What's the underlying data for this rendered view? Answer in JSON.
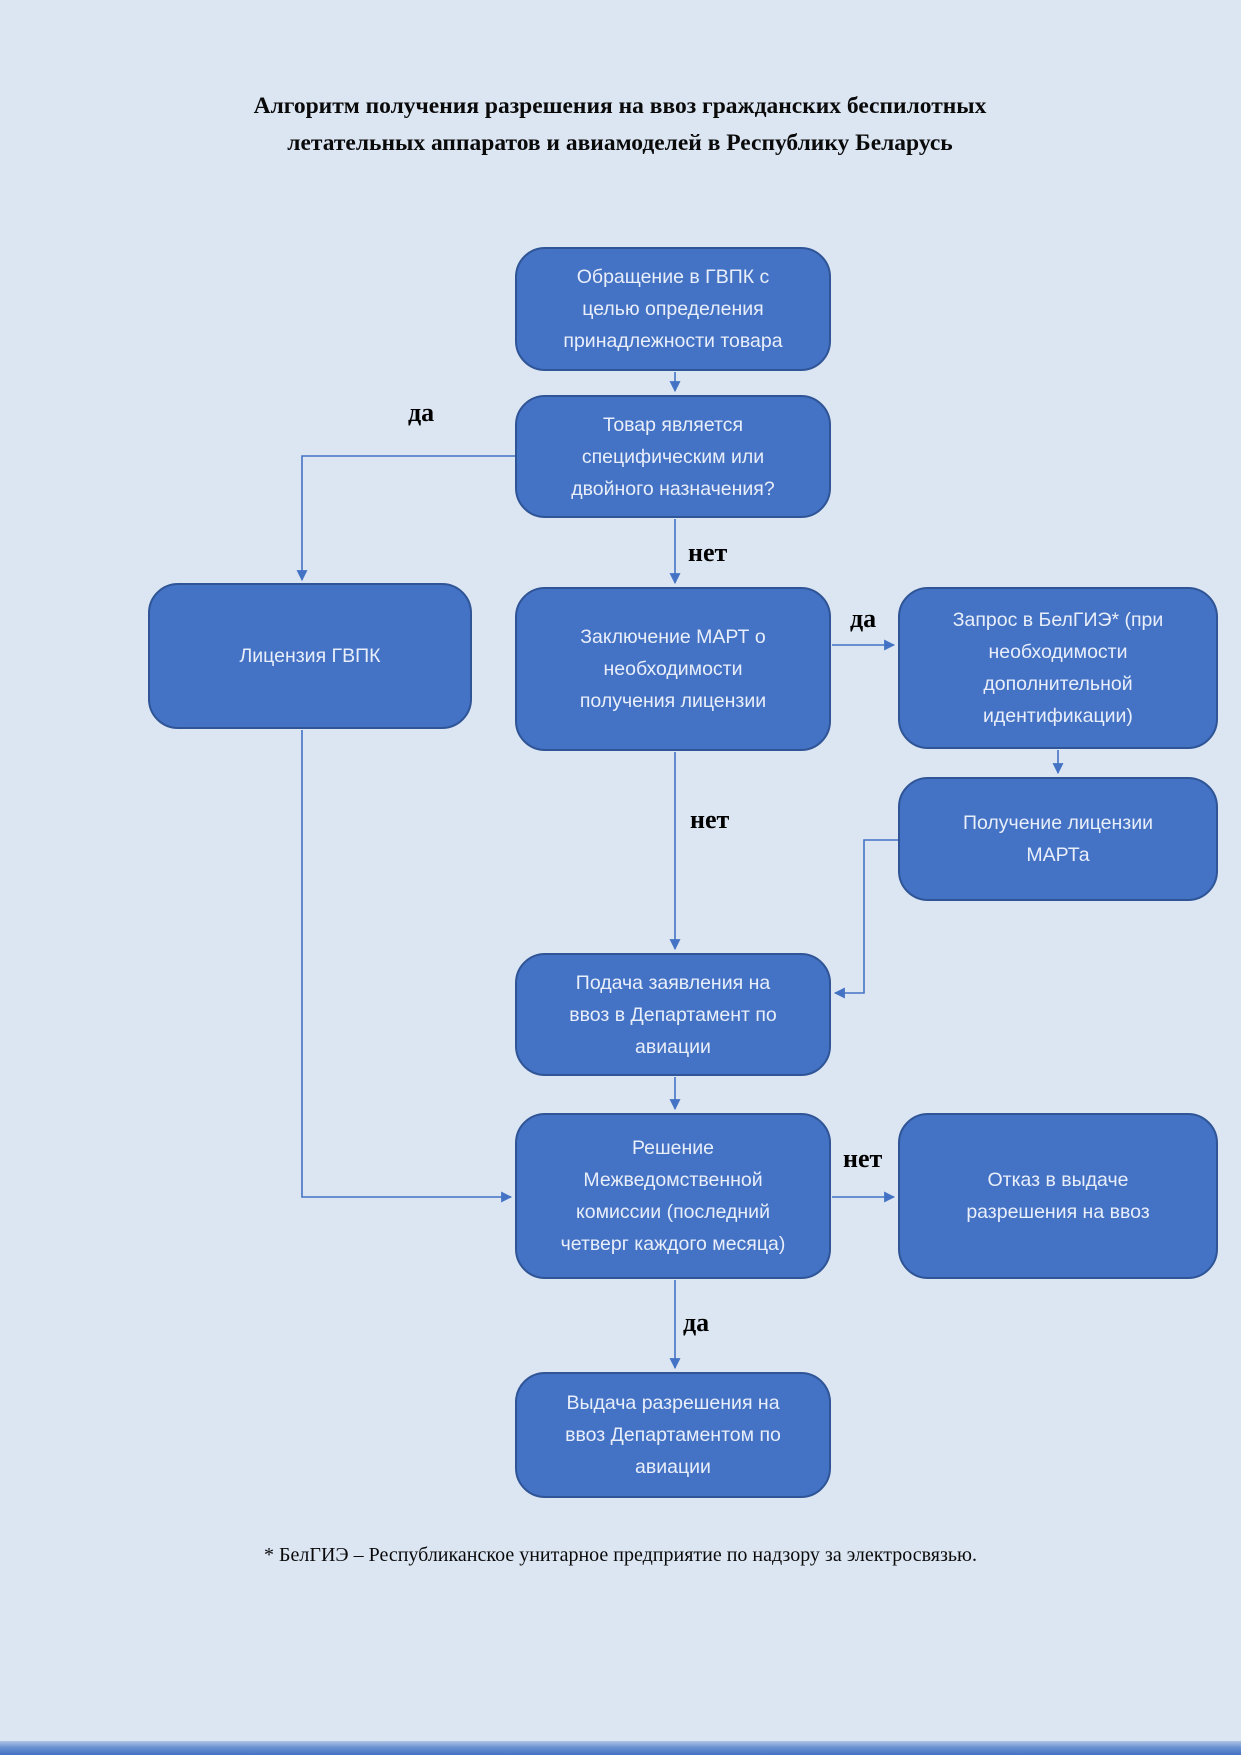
{
  "diagram_type": "flowchart",
  "title": "Алгоритм получения разрешения на ввоз гражданских беспилотных\nлетательных аппаратов и авиамоделей в Республику Беларусь",
  "footnote": "* БелГИЭ – Республиканское унитарное предприятие по надзору за электросвязью.",
  "colors": {
    "background": "#dce6f3",
    "node_fill": "#4472c4",
    "node_border": "#2f5597",
    "node_text": "#e8eefa",
    "arrow": "#4472c4",
    "label_text": "#000000"
  },
  "nodes": [
    {
      "id": "appeal-gvpk",
      "label": "Обращение в ГВПК с\nцелью определения\nпринадлежности товара"
    },
    {
      "id": "specific-goods-question",
      "label": "Товар является\nспецифическим или\nдвойного назначения?"
    },
    {
      "id": "license-gvpk",
      "label": "Лицензия ГВПК"
    },
    {
      "id": "mart-conclusion",
      "label": "Заключение МАРТ о\nнеобходимости\nполучения лицензии"
    },
    {
      "id": "belgie-request",
      "label": "Запрос в БелГИЭ* (при\nнеобходимости\nдополнительной\nидентификации)"
    },
    {
      "id": "mart-license",
      "label": "Получение лицензии\nМАРТа"
    },
    {
      "id": "import-application",
      "label": "Подача заявления на\nввоз в Департамент по\nавиации"
    },
    {
      "id": "commission-decision",
      "label": "Решение\nМежведомственной\nкомиссии (последний\nчетверг каждого месяца)"
    },
    {
      "id": "refusal",
      "label": "Отказ в выдаче\nразрешения на ввоз"
    },
    {
      "id": "permit-issuance",
      "label": "Выдача разрешения на\nввоз Департаментом по\nавиации"
    }
  ],
  "edges": [
    {
      "from": "appeal-gvpk",
      "to": "specific-goods-question",
      "label": ""
    },
    {
      "from": "specific-goods-question",
      "to": "license-gvpk",
      "label": "да"
    },
    {
      "from": "specific-goods-question",
      "to": "mart-conclusion",
      "label": "нет"
    },
    {
      "from": "mart-conclusion",
      "to": "belgie-request",
      "label": "да"
    },
    {
      "from": "belgie-request",
      "to": "mart-license",
      "label": ""
    },
    {
      "from": "mart-license",
      "to": "import-application",
      "label": ""
    },
    {
      "from": "mart-conclusion",
      "to": "import-application",
      "label": "нет"
    },
    {
      "from": "import-application",
      "to": "commission-decision",
      "label": ""
    },
    {
      "from": "license-gvpk",
      "to": "commission-decision",
      "label": ""
    },
    {
      "from": "commission-decision",
      "to": "refusal",
      "label": "нет"
    },
    {
      "from": "commission-decision",
      "to": "permit-issuance",
      "label": "да"
    }
  ]
}
